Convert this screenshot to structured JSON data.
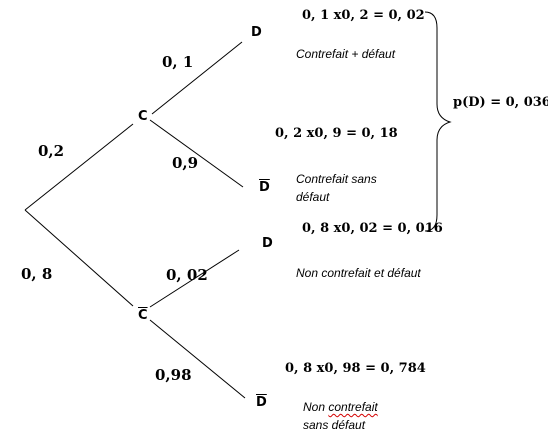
{
  "branches": {
    "root_to_c": "0,2",
    "root_to_not_c": "0, 8",
    "c_to_d": "0, 1",
    "c_to_not_d": "0,9",
    "not_c_to_d": "0, 02",
    "not_c_to_not_d": "0,98"
  },
  "nodes": {
    "c": "C",
    "not_c": "C",
    "d_upper": "D",
    "not_d_upper": "D",
    "d_lower": "D",
    "not_d_lower": "D"
  },
  "formulas": {
    "f1": "0, 1 x0, 2 = 0, 02",
    "f2": "0, 2 x0, 9 = 0, 18",
    "f3": "0, 8 x0, 02 = 0, 016",
    "f4": "0, 8 x0, 98 = 0, 784",
    "total": "p(D) = 0, 036"
  },
  "notes": {
    "n1": "Contrefait + défaut",
    "n2": "Contrefait sans défaut",
    "n3": "Non contrefait et défaut",
    "n4_part1": "Non",
    "n4_part2": "contrefait",
    "n4_part3": "sans défaut"
  }
}
